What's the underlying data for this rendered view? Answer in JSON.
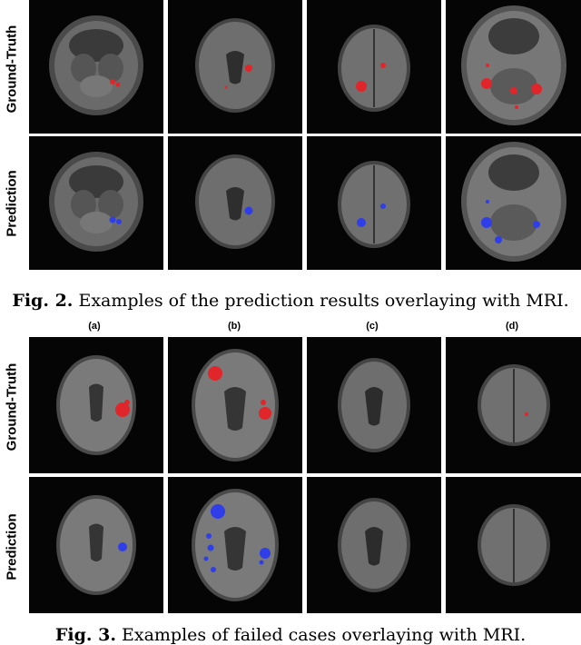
{
  "figure2": {
    "row_labels": [
      "Ground-Truth",
      "Prediction"
    ],
    "caption_label": "Fig. 2.",
    "caption_text": "Examples of the prediction results overlaying with MRI."
  },
  "figure3": {
    "column_labels": [
      "(a)",
      "(b)",
      "(c)",
      "(d)"
    ],
    "row_labels": [
      "Ground-Truth",
      "Prediction"
    ],
    "caption_label": "Fig. 3.",
    "caption_text": "Examples of failed cases overlaying with MRI."
  },
  "colors": {
    "background": "#050505",
    "ground_truth_overlay": "#e0262a",
    "prediction_overlay": "#2f3ee8",
    "brain_tissue": "#6f6f6f"
  }
}
